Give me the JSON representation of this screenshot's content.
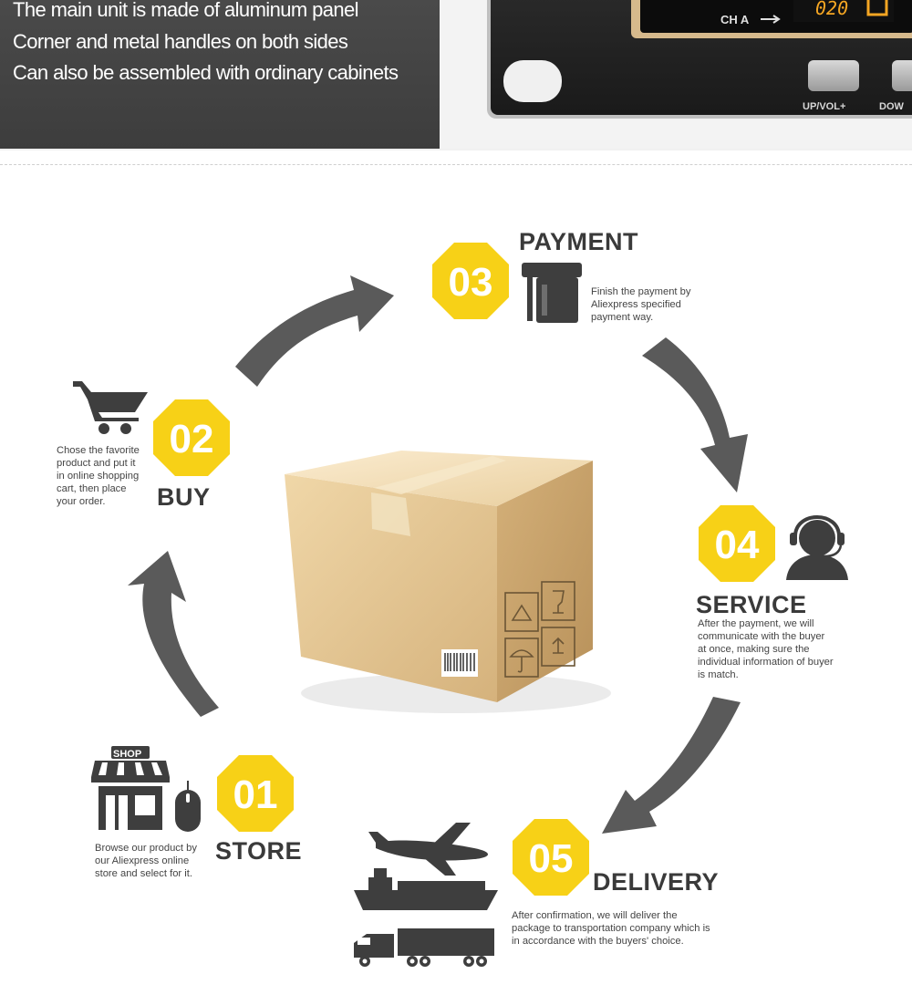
{
  "banner": {
    "lines": [
      "The main unit is made of aluminum panel",
      "Corner and metal handles on both sides",
      "Can also be assembled with ordinary cabinets"
    ],
    "device": {
      "channel_label": "CH A",
      "display_value": "020",
      "button_labels": [
        "UP/VOL+",
        "DOW"
      ]
    }
  },
  "process": {
    "steps": [
      {
        "number": "01",
        "title": "STORE",
        "desc": [
          "Browse our product by",
          "our Aliexpress online",
          "store and select for it."
        ],
        "icon_label": "SHOP"
      },
      {
        "number": "02",
        "title": "BUY",
        "desc": [
          "Chose the favorite",
          "product and put it",
          "in online shopping",
          "cart, then place",
          "your order."
        ]
      },
      {
        "number": "03",
        "title": "PAYMENT",
        "desc": [
          "Finish the payment by",
          "Aliexpress specified",
          "payment way."
        ]
      },
      {
        "number": "04",
        "title": "SERVICE",
        "desc": [
          "After the payment, we will",
          "communicate with the buyer",
          "at once, making sure the",
          "individual information of buyer",
          "is match."
        ]
      },
      {
        "number": "05",
        "title": "DELIVERY",
        "desc": [
          "After confirmation, we will deliver the",
          "package to transportation company which is",
          "in accordance with the buyers' choice."
        ]
      }
    ]
  },
  "colors": {
    "accent_yellow": "#f7d117",
    "arrow_gray": "#5a5a5a",
    "icon_dark": "#3e3e3e",
    "banner_bg": "#444444",
    "box_brown": "#d8b888"
  }
}
